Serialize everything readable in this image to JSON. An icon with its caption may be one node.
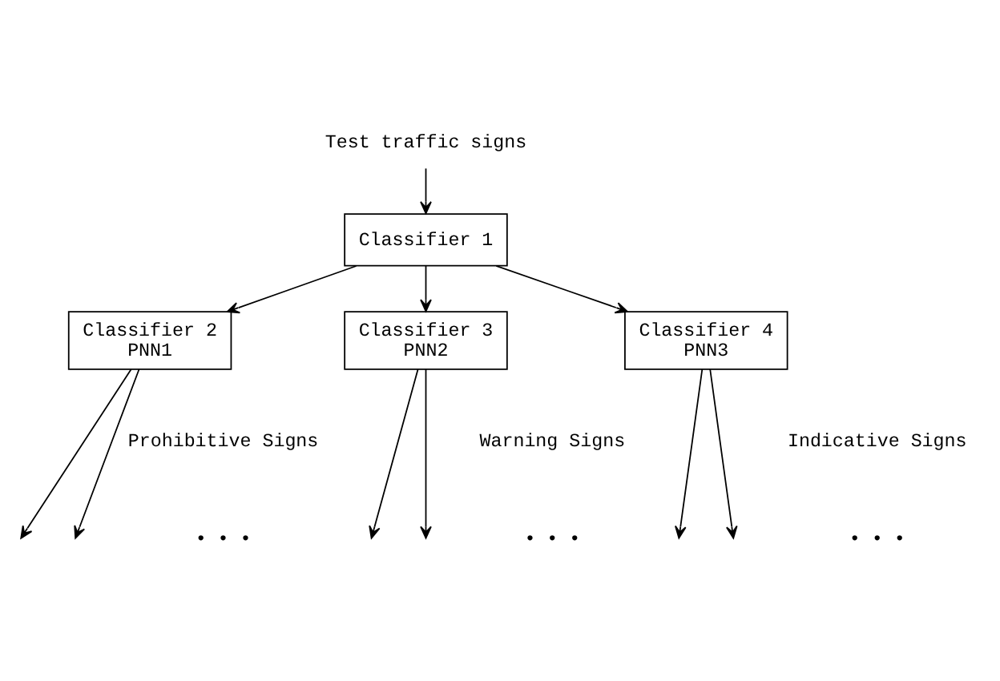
{
  "diagram": {
    "nodes": [
      {
        "text": [
          "Test traffic signs"
        ]
      },
      {
        "text": [
          "Classifier 1"
        ]
      },
      {
        "text": [
          "Classifier 2",
          "PNN1"
        ]
      },
      {
        "text": [
          "Classifier 3",
          "PNN2"
        ]
      },
      {
        "text": [
          "Classifier 4",
          "PNN3"
        ]
      }
    ],
    "edges": [
      {
        "from": 0,
        "to": 1,
        "arrow": "to"
      },
      {
        "from": 1,
        "to": 2,
        "arrow": "to"
      },
      {
        "from": 1,
        "to": 3,
        "arrow": "to"
      },
      {
        "from": 1,
        "to": 4,
        "arrow": "to"
      },
      {
        "from": 2,
        "to": null,
        "arrow": "to"
      },
      {
        "from": 2,
        "to": null,
        "arrow": "to"
      },
      {
        "from": 3,
        "to": null,
        "arrow": "to"
      },
      {
        "from": 3,
        "to": null,
        "arrow": "to"
      },
      {
        "from": 4,
        "to": null,
        "arrow": "to"
      },
      {
        "from": 4,
        "to": null,
        "arrow": "to"
      }
    ],
    "labels": [
      "Prohibitive Signs",
      "Warning Signs",
      "Indicative Signs",
      "• • •",
      "• • •",
      "• • •"
    ]
  }
}
